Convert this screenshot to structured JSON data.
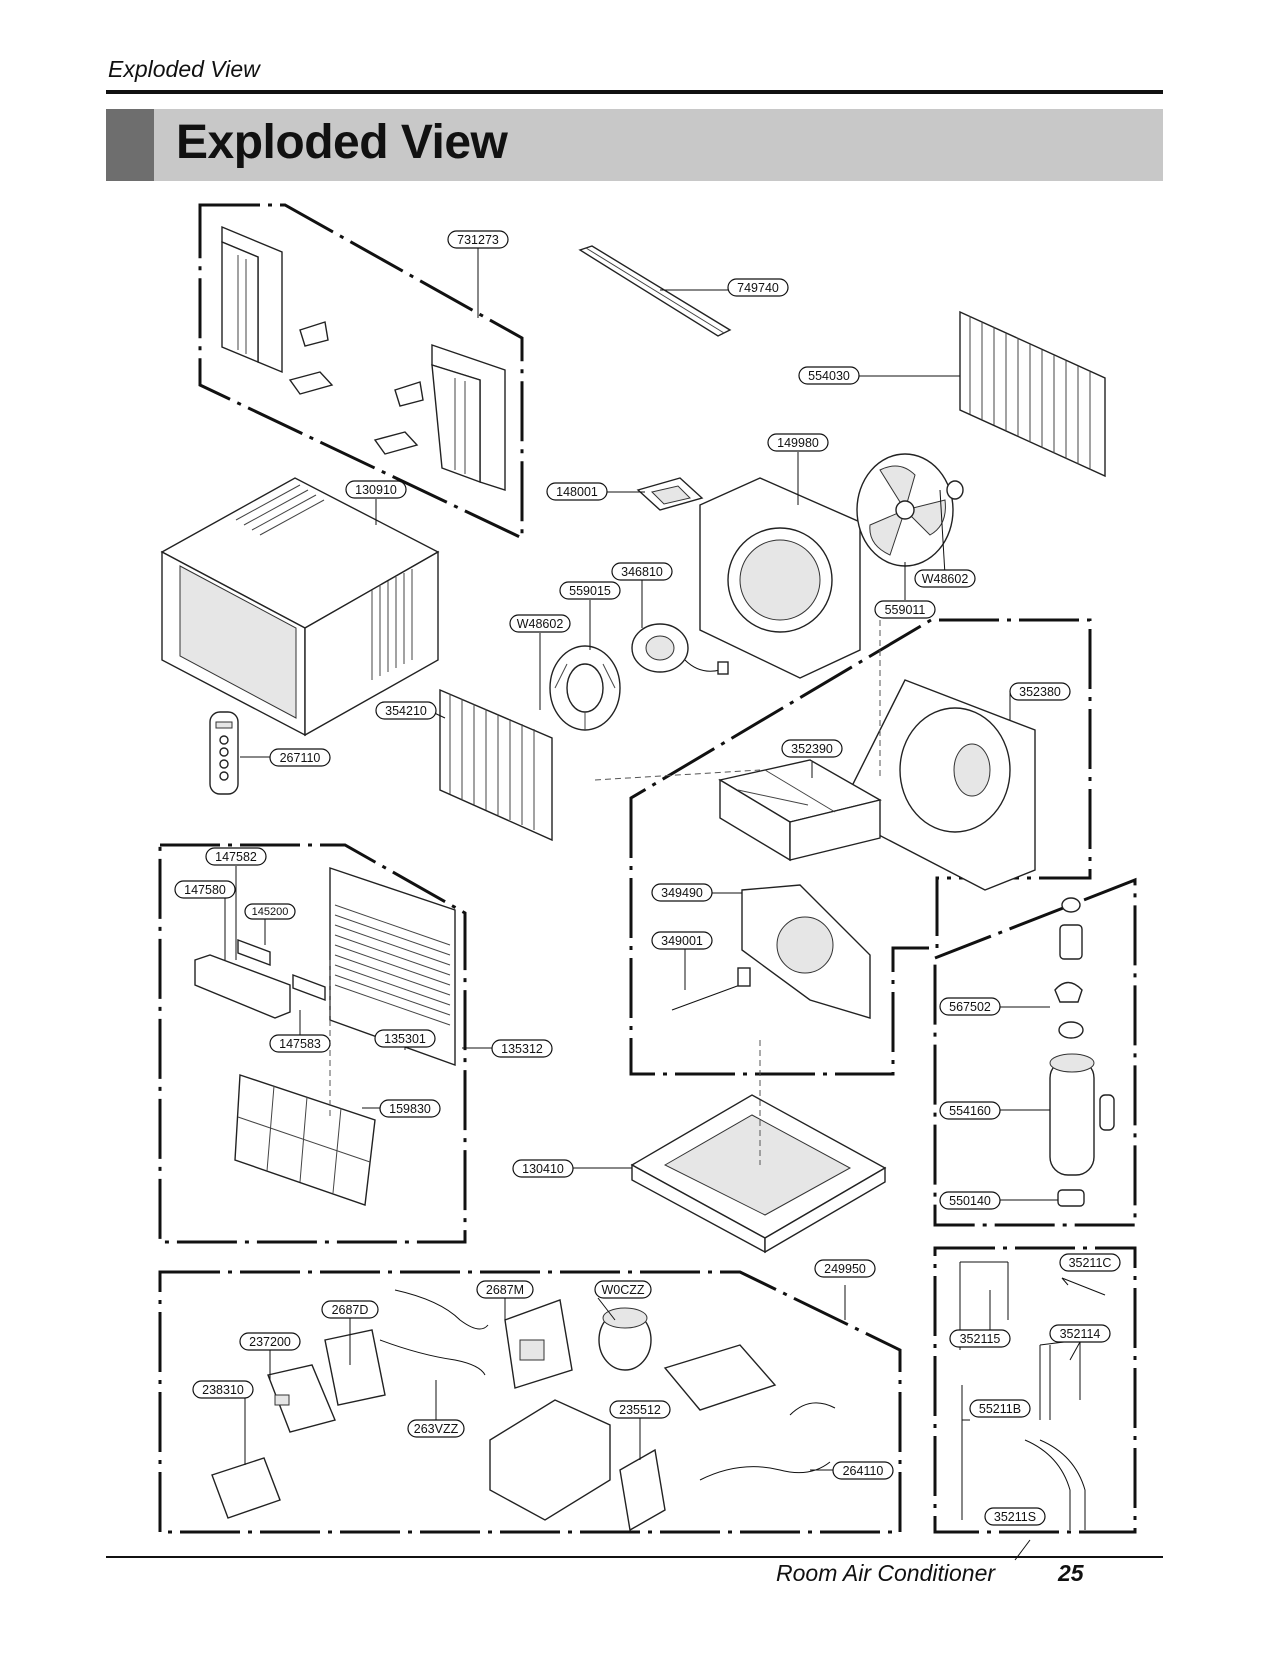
{
  "header": {
    "running_title": "Exploded View",
    "section_title": "Exploded View"
  },
  "parts": [
    {
      "code": "731273"
    },
    {
      "code": "749740"
    },
    {
      "code": "554030"
    },
    {
      "code": "149980"
    },
    {
      "code": "130910"
    },
    {
      "code": "148001"
    },
    {
      "code": "346810"
    },
    {
      "code": "559015"
    },
    {
      "code": "W48602"
    },
    {
      "code": "W48602"
    },
    {
      "code": "559011"
    },
    {
      "code": "354210"
    },
    {
      "code": "352380"
    },
    {
      "code": "352390"
    },
    {
      "code": "267110"
    },
    {
      "code": "147582"
    },
    {
      "code": "147580"
    },
    {
      "code": "145200"
    },
    {
      "code": "349490"
    },
    {
      "code": "349001"
    },
    {
      "code": "567502"
    },
    {
      "code": "147583"
    },
    {
      "code": "135301"
    },
    {
      "code": "135312"
    },
    {
      "code": "159830"
    },
    {
      "code": "554160"
    },
    {
      "code": "130410"
    },
    {
      "code": "550140"
    },
    {
      "code": "249950"
    },
    {
      "code": "35211C"
    },
    {
      "code": "2687M"
    },
    {
      "code": "W0CZZ"
    },
    {
      "code": "2687D"
    },
    {
      "code": "237200"
    },
    {
      "code": "352115"
    },
    {
      "code": "352114"
    },
    {
      "code": "238310"
    },
    {
      "code": "235512"
    },
    {
      "code": "55211B"
    },
    {
      "code": "263VZZ"
    },
    {
      "code": "264110"
    },
    {
      "code": "35211S"
    }
  ],
  "footer": {
    "product": "Room Air Conditioner",
    "page": "25"
  }
}
